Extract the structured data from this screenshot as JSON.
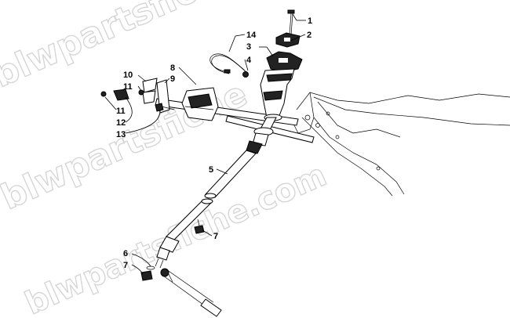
{
  "watermarks": [
    "blwpartsfiche",
    "blwpartsfiche",
    "blwpartsfiche.com"
  ],
  "callouts": {
    "c1": "1",
    "c2": "2",
    "c3": "3",
    "c4": "4",
    "c14": "14",
    "c8": "8",
    "c9": "9",
    "c10": "10",
    "c11a": "11",
    "c11b": "11",
    "c12": "12",
    "c13": "13",
    "c5": "5",
    "c7a": "7",
    "c6": "6",
    "c7b": "7"
  }
}
